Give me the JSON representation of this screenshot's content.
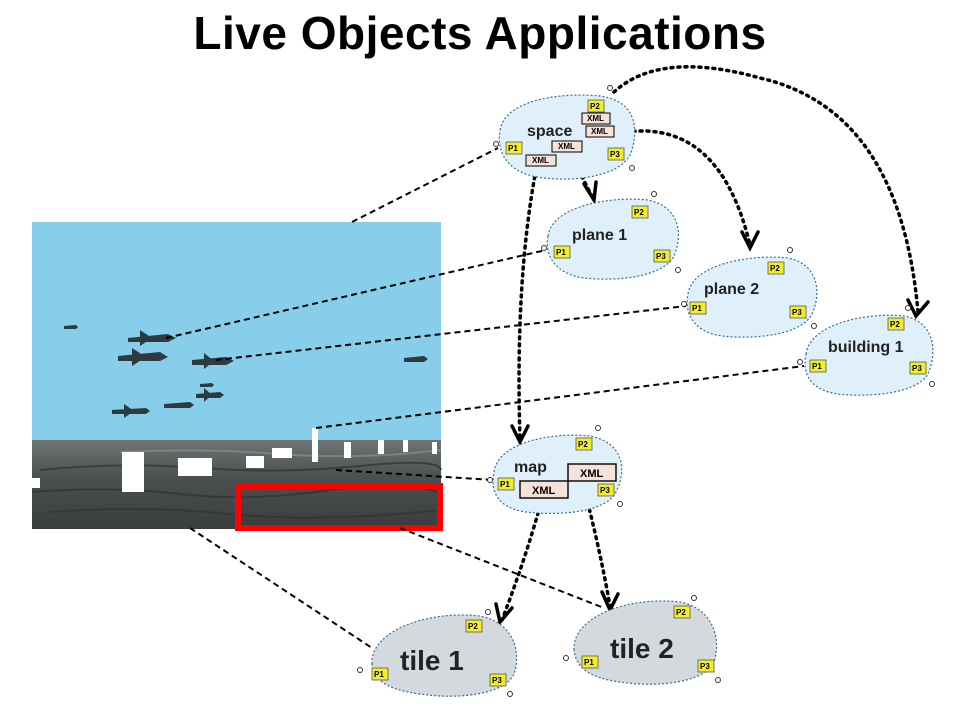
{
  "title": "Live Objects Applications",
  "colors": {
    "node_fill": "#dff0fb",
    "tile_fill": "#d4d9dd",
    "port_fill": "#f2ee2a",
    "xml_fill": "#f6e2d6",
    "sky": "#87ceeb",
    "highlight": "#ff0000"
  },
  "nodes": [
    {
      "id": "space",
      "label": "space",
      "ports": [
        "P1",
        "P2",
        "P3"
      ],
      "xml": [
        "XML",
        "XML",
        "XML",
        "XML"
      ]
    },
    {
      "id": "plane1",
      "label": "plane 1",
      "ports": [
        "P1",
        "P2",
        "P3"
      ]
    },
    {
      "id": "plane2",
      "label": "plane 2",
      "ports": [
        "P1",
        "P2",
        "P3"
      ]
    },
    {
      "id": "building1",
      "label": "building 1",
      "ports": [
        "P1",
        "P2",
        "P3"
      ]
    },
    {
      "id": "map",
      "label": "map",
      "ports": [
        "P1",
        "P2",
        "P3"
      ],
      "xml": [
        "XML",
        "XML"
      ]
    },
    {
      "id": "tile1",
      "label": "tile 1",
      "ports": [
        "P1",
        "P2",
        "P3"
      ]
    },
    {
      "id": "tile2",
      "label": "tile 2",
      "ports": [
        "P1",
        "P2",
        "P3"
      ]
    }
  ],
  "containment_edges": [
    {
      "from": "space",
      "to": "plane1"
    },
    {
      "from": "space",
      "to": "plane2"
    },
    {
      "from": "space",
      "to": "building1"
    },
    {
      "from": "space",
      "to": "map"
    },
    {
      "from": "map",
      "to": "tile1"
    },
    {
      "from": "map",
      "to": "tile2"
    }
  ],
  "scene_links": [
    "space",
    "plane1",
    "plane2",
    "building1",
    "map",
    "tile1",
    "tile2"
  ]
}
